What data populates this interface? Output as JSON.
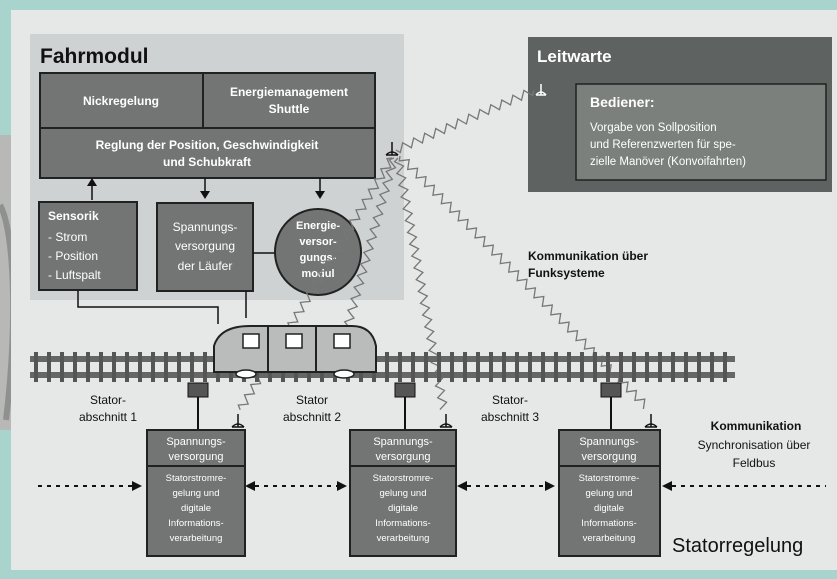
{
  "fahrmodul": {
    "title": "Fahrmodul",
    "nickregelung": "Nickregelung",
    "energiemanagement": [
      "Energiemanagement",
      "Shuttle"
    ],
    "regelung": [
      "Reglung der Position, Geschwindigkeit",
      "und Schubkraft"
    ],
    "sensorik": {
      "title": "Sensorik",
      "items": [
        "- Strom",
        "- Position",
        "- Luftspalt"
      ]
    },
    "spannungsversorgung": [
      "Spannungs-",
      "versorgung",
      "der Läufer"
    ],
    "energieversorgung": [
      "Energie-",
      "versor-",
      "gungs-",
      "modul"
    ]
  },
  "leitwarte": {
    "title": "Leitwarte",
    "bediener_title": "Bediener:",
    "bediener_text": [
      "Vorgabe von Sollposition",
      "und Referenzwerten für spe-",
      "zielle Manöver (Konvoifahrten)"
    ]
  },
  "funk_label": [
    "Kommunikation über",
    "Funksysteme"
  ],
  "stator_labels": [
    [
      "Stator-",
      "abschnitt 1"
    ],
    [
      "Stator",
      "abschnitt 2"
    ],
    [
      "Stator-",
      "abschnitt 3"
    ]
  ],
  "stator_units": {
    "supply": [
      "Spannungs-",
      "versorgung"
    ],
    "control": [
      "Statorstromre-",
      "gelung und",
      "digitale",
      "Informations-",
      "verarbeitung"
    ]
  },
  "kommunikation": {
    "title": "Kommunikation",
    "text": [
      "Synchronisation über",
      "Feldbus"
    ]
  },
  "statorregelung": "Statorregelung",
  "colors": {
    "background": "#a9d3cd",
    "panel": "#e6e8e8",
    "fahrmodul_panel": "#cfd2d2",
    "dark_box": "#727573",
    "leitwarte": "#5e6361",
    "outline": "#1f2220"
  }
}
